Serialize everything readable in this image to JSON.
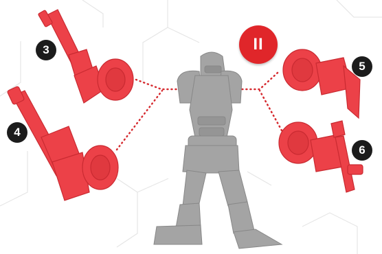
{
  "step_badge": {
    "label": "II"
  },
  "parts": [
    {
      "number": "3"
    },
    {
      "number": "4"
    },
    {
      "number": "5"
    },
    {
      "number": "6"
    }
  ],
  "colors": {
    "part_red": "#ec4148",
    "part_red_dark": "#c92a31",
    "figure_grey": "#a4a4a4",
    "figure_grey_dark": "#878787",
    "badge_black": "#1c1c1c",
    "step_red": "#e0262a",
    "hex_lines": "#e6e6e6"
  }
}
